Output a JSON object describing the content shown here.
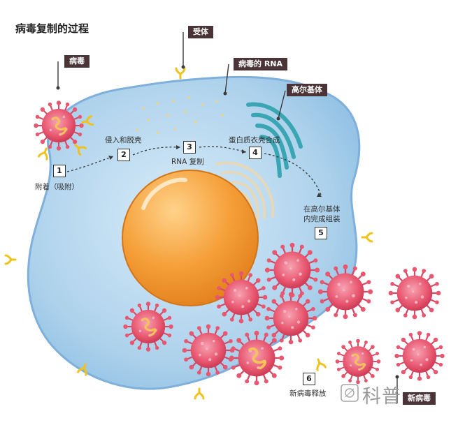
{
  "title": "病毒复制的过程",
  "labels": {
    "virus": "病毒",
    "receptor": "受体",
    "viral_rna": "病毒的 RNA",
    "golgi": "高尔基体",
    "new_virus": "新病毒"
  },
  "steps": [
    {
      "num": "1",
      "text": "附着（吸附）"
    },
    {
      "num": "2",
      "text": "侵入和脱壳"
    },
    {
      "num": "3",
      "text": "RNA 复制"
    },
    {
      "num": "4",
      "text": "蛋白质衣壳合成"
    },
    {
      "num": "5",
      "text_line1": "在高尔基体",
      "text_line2": "内完成组装"
    },
    {
      "num": "6",
      "text": "新病毒释放"
    }
  ],
  "watermark": "科普",
  "colors": {
    "cell": "#a8cde9",
    "cell_edge": "#7fb0dc",
    "nucleus": "#f39c33",
    "golgi": "#3aa6b3",
    "virus": "#e8536d",
    "receptor": "#f2c21c",
    "tag_bg": "#4a3438"
  }
}
